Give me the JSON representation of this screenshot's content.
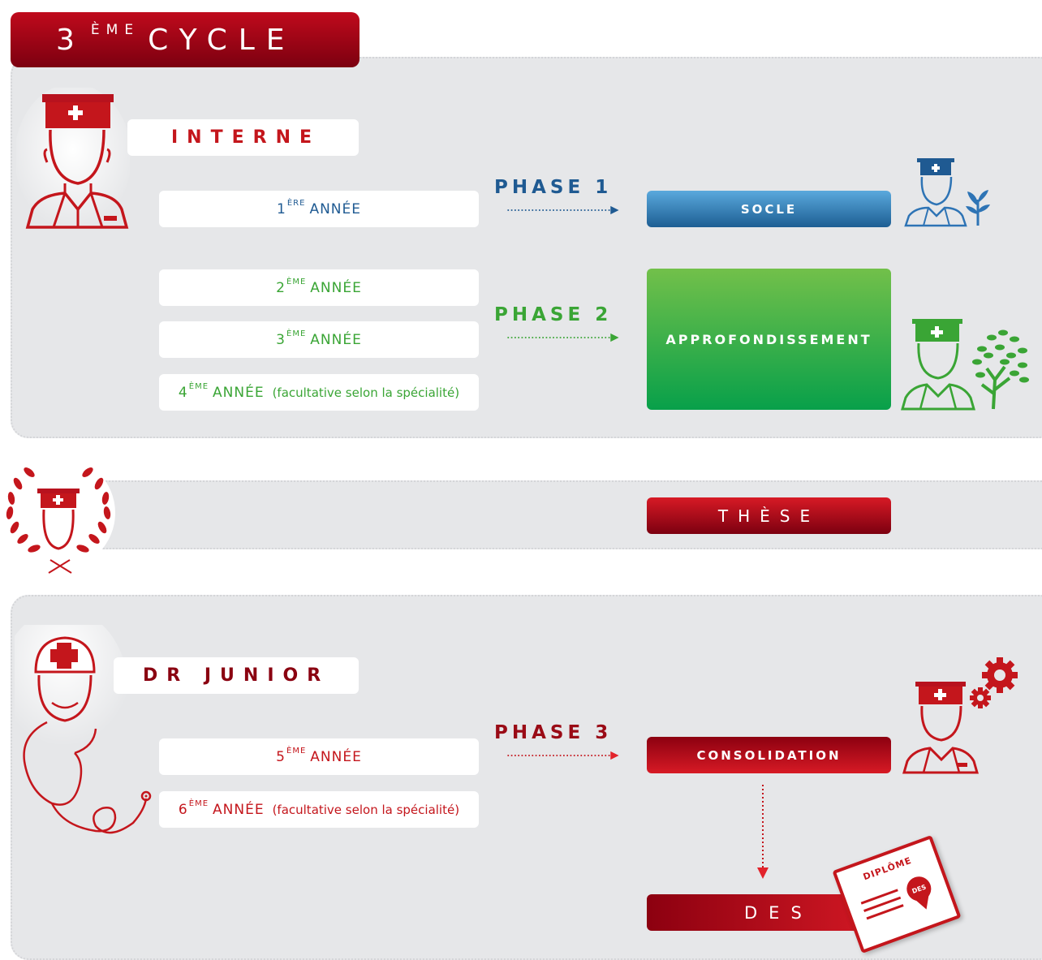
{
  "header": {
    "number": "3",
    "sup": "ÈME",
    "word": "CYCLE"
  },
  "interne": {
    "title": "INTERNE",
    "years": [
      {
        "num": "1",
        "sup": "ÈRE",
        "label": "ANNÉE",
        "note": ""
      },
      {
        "num": "2",
        "sup": "ÈME",
        "label": "ANNÉE",
        "note": ""
      },
      {
        "num": "3",
        "sup": "ÈME",
        "label": "ANNÉE",
        "note": ""
      },
      {
        "num": "4",
        "sup": "ÈME",
        "label": "ANNÉE",
        "note": "(facultative selon la spécialité)"
      }
    ],
    "phase1": {
      "label": "PHASE 1",
      "box": "SOCLE"
    },
    "phase2": {
      "label": "PHASE 2",
      "box": "APPROFONDISSEMENT"
    }
  },
  "these": {
    "label": "THÈSE"
  },
  "junior": {
    "title": "DR JUNIOR",
    "years": [
      {
        "num": "5",
        "sup": "ÈME",
        "label": "ANNÉE",
        "note": ""
      },
      {
        "num": "6",
        "sup": "ÈME",
        "label": "ANNÉE",
        "note": "(facultative selon la spécialité)"
      }
    ],
    "phase3": {
      "label": "PHASE 3",
      "box": "CONSOLIDATION"
    },
    "des": "DES",
    "diploma": {
      "title": "DIPLÔME",
      "seal": "DES"
    }
  },
  "colors": {
    "blue": "#1f5a92",
    "green": "#3aa535",
    "red": "#c4161c",
    "dark_red": "#8a0010",
    "panel": "#e6e7e9"
  }
}
